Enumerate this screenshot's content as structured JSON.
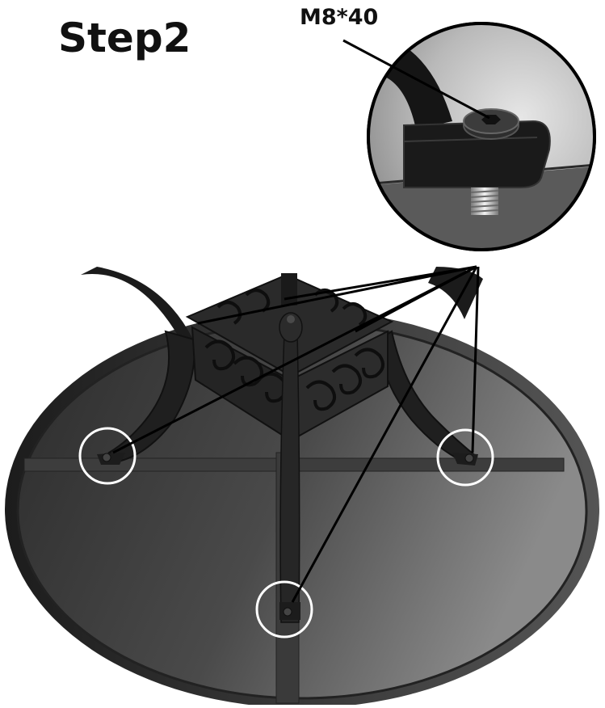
{
  "step": {
    "title": "Step2"
  },
  "callout": {
    "label": "M8*40"
  },
  "parts": {
    "table_top": "table-top",
    "base": "table-base",
    "bolts": [
      "bolt-left",
      "bolt-right",
      "bolt-center"
    ]
  },
  "colors": {
    "metal_dark": "#1a1a1a",
    "metal_mid": "#3a3a3a",
    "tabletop_light": "#6b6b6b",
    "tabletop_dark": "#2a2a2a",
    "highlight_circle": "#ffffff",
    "leader_line": "#000000"
  }
}
